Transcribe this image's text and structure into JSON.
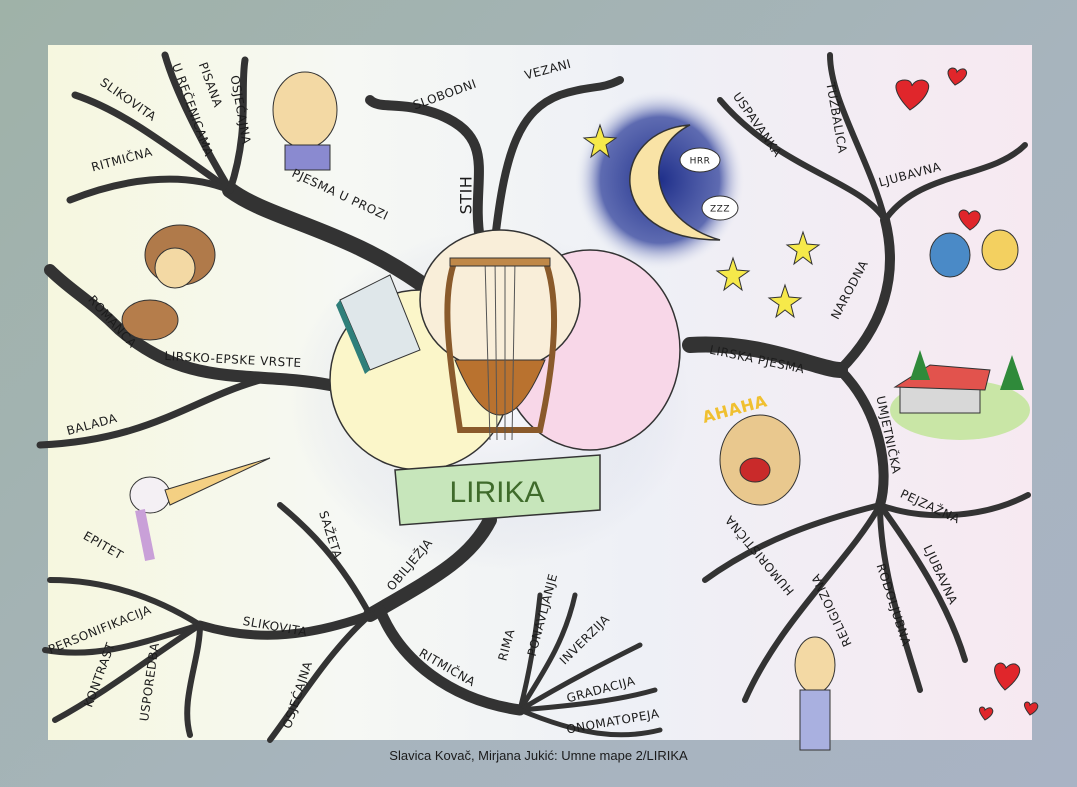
{
  "center": {
    "title": "LIRIKA"
  },
  "branches": {
    "stih": {
      "label": "STIH",
      "children": [
        "SLOBODNI",
        "VEZANI"
      ]
    },
    "pjesma_u_prozi": {
      "label": "PJESMA U PROZI",
      "children": [
        "OSJEĆAJNA",
        "PISANA",
        "U REČENICAMA",
        "SLIKOVITA",
        "RITMIČNA"
      ]
    },
    "lirsko_epske": {
      "label": "LIRSKO-EPSKE VRSTE",
      "children": [
        "ROMANCA",
        "BALADA"
      ]
    },
    "lirska_pjesma": {
      "label": "LIRSKA PJESMA",
      "narodna": {
        "label": "NARODNA",
        "children": [
          "USPAVANKA",
          "TUŽBALICA",
          "LJUBAVNA"
        ]
      },
      "umjetnicka": {
        "label": "UMJETNIČKA",
        "children": [
          "PEJZAŽNA",
          "HUMORISTIČNA",
          "RELIGIOZNA",
          "RODOLJUBNA",
          "LJUBAVNA"
        ]
      }
    },
    "obiljezja": {
      "label": "OBILJEŽJA",
      "children": [
        "SAŽETA",
        "SLIKOVITA",
        "OSJEĆAJNA",
        "RITMIČNA"
      ],
      "slikovita_children": [
        "EPITET",
        "PERSONIFIKACIJA",
        "KONTRAST",
        "USPOREDBA"
      ],
      "ritmicna_children": [
        "RIMA",
        "PONAVLJANJE",
        "INVERZIJA",
        "GRADACIJA",
        "ONOMATOPEJA"
      ]
    }
  },
  "bubbles": {
    "moon1": "HRR",
    "moon2": "ZZZ",
    "laugh": "AHAHA"
  },
  "caption": "Slavica Kovač, Mirjana Jukić: Umne mape 2/LIRIKA",
  "colors": {
    "stih": "#8f8ad0",
    "prose": "#d98c4a",
    "epic": "#b7b84a",
    "lyric": "#c79bd1",
    "narodna": "#f0b07c",
    "umjetnicka": "#f0a6c0",
    "obiljezja_blue": "#7fa9e0",
    "ritmicna": "#e88fae",
    "banner": "#bfe3b1",
    "banner_text": "#3f6b2b"
  }
}
